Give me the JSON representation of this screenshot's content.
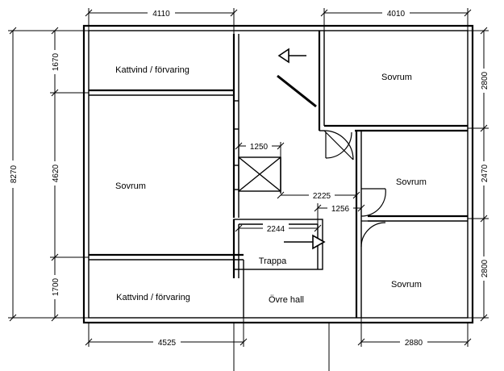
{
  "rooms": {
    "attic_storage_top": "Kattvind / förvaring",
    "bedroom_top_right": "Sovrum",
    "bedroom_left": "Sovrum",
    "bedroom_mid_right": "Sovrum",
    "stair": "Trappa",
    "attic_storage_bottom": "Kattvind / förvaring",
    "upper_hall": "Övre hall",
    "bedroom_bottom_right": "Sovrum"
  },
  "dimensions": {
    "top_left": "4110",
    "top_right": "4010",
    "left_total": "8270",
    "left_upper": "1670",
    "left_middle": "4620",
    "left_lower": "1700",
    "right_upper": "2800",
    "right_middle": "2470",
    "right_lower": "2800",
    "bottom_left": "4525",
    "bottom_right": "2880",
    "shaft_width": "1250",
    "hall_width": "2225",
    "door_offset": "1256",
    "stair_length": "2244"
  },
  "icons": {
    "arrow_left": "arrow-left-icon",
    "arrow_right": "arrow-right-icon"
  }
}
